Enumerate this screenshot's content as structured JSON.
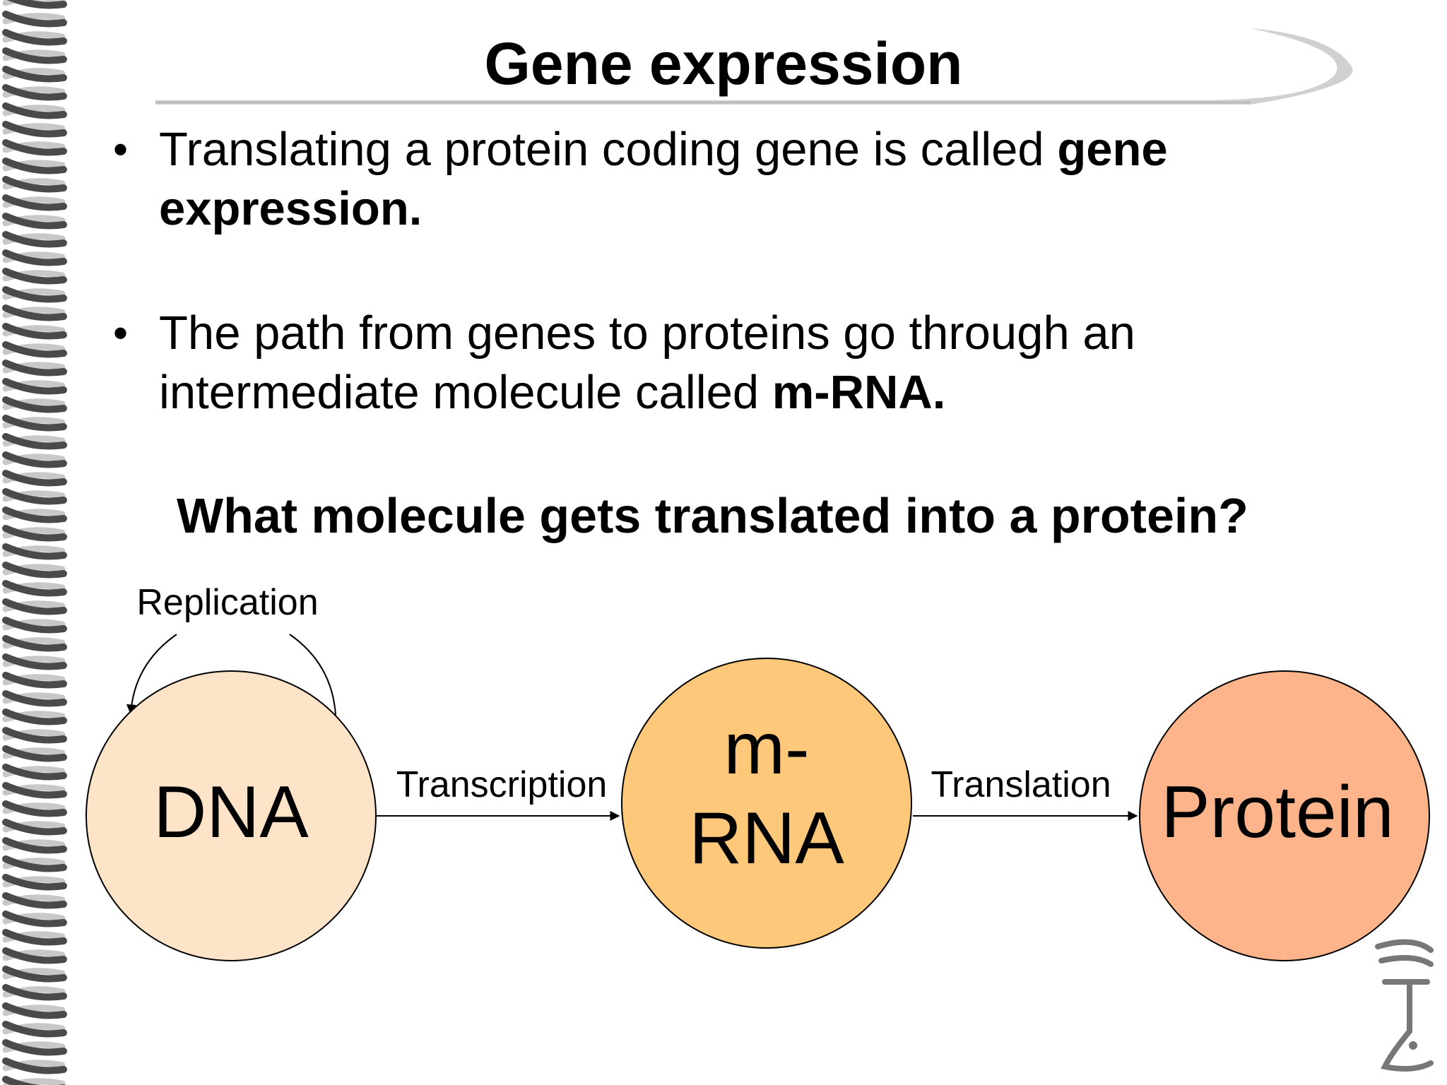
{
  "slide": {
    "title": "Gene expression",
    "bullets": [
      {
        "text_before": "Translating a protein coding gene is called ",
        "bold": "gene expression."
      },
      {
        "text_before": "The path from genes to proteins go through an intermediate molecule called ",
        "bold": "m-RNA."
      }
    ],
    "question": "What molecule gets translated into a protein?"
  },
  "diagram": {
    "nodes": [
      {
        "id": "dna",
        "line1": "DNA",
        "line2": "",
        "fill": "#fde3c8"
      },
      {
        "id": "mrna",
        "line1": "m-",
        "line2": "RNA",
        "fill": "#fdc87a"
      },
      {
        "id": "protein",
        "line1": "Protein",
        "line2": "",
        "fill": "#fdb48a"
      }
    ],
    "edges": [
      {
        "from": "dna",
        "to": "dna",
        "label": "Replication"
      },
      {
        "from": "dna",
        "to": "mrna",
        "label": "Transcription"
      },
      {
        "from": "mrna",
        "to": "protein",
        "label": "Translation"
      }
    ]
  },
  "colors": {
    "helix_dark": "#4a4a4a",
    "helix_light": "#c8c8c8",
    "title_arc": "#cccccc"
  }
}
